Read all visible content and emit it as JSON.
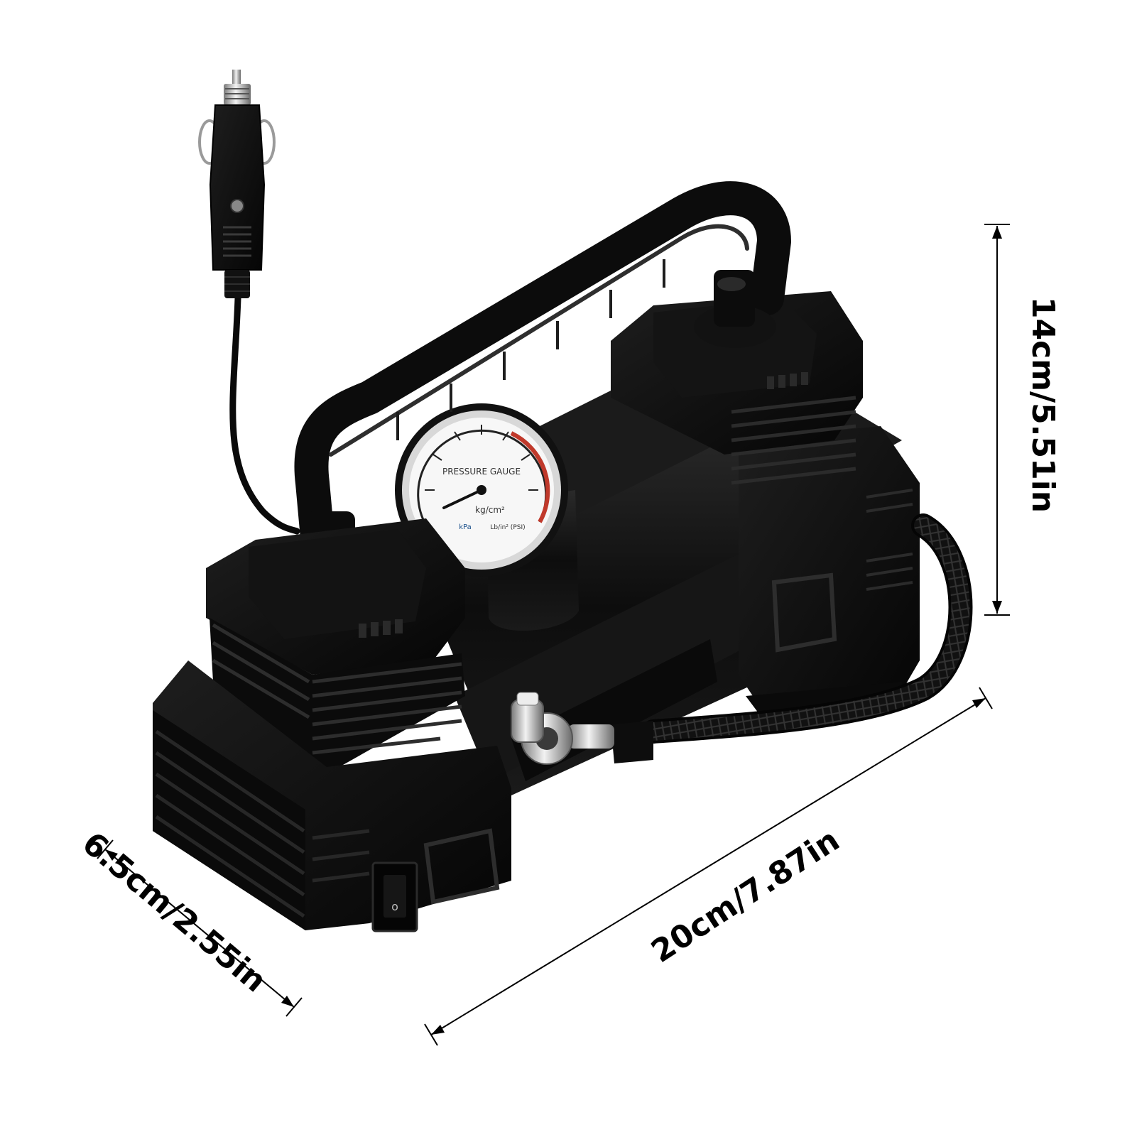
{
  "product": {
    "name": "tire-inflator-air-compressor",
    "body_color": "#0c0c0c",
    "highlight_color": "#2a2a2a",
    "chrome_color": "#c9c9c9"
  },
  "dimensions": {
    "height_label": "14cm/5.51in",
    "width_label": "20cm/7.87in",
    "depth_label": "6.5cm/2.55in",
    "line_color": "#000000"
  },
  "gauge": {
    "title": "PRESSURE GAUGE",
    "unit_primary": "kg/cm²",
    "unit_secondary": "Lb/in² (PSI)",
    "unit_tertiary": "kPa",
    "ring_color": "#d8d8d8",
    "scale_color_red": "#c0392b",
    "scale_color_dark": "#222222"
  }
}
